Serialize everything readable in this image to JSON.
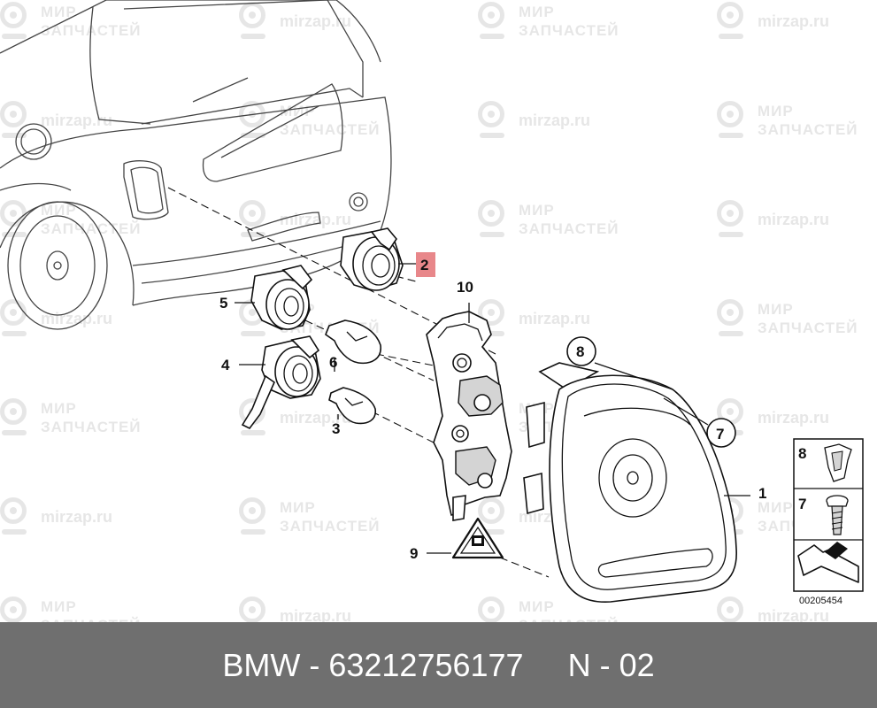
{
  "watermark": {
    "line1": "МИР",
    "line2": "ЗАПЧАСТЕЙ",
    "url": "mirzap.ru"
  },
  "callouts": {
    "c1": "1",
    "c2": "2",
    "c3": "3",
    "c4": "4",
    "c5": "5",
    "c6": "6",
    "c7": "7",
    "c8": "8",
    "c9": "9",
    "c10": "10"
  },
  "legend": {
    "item_8": "8",
    "item_7": "7"
  },
  "diagram_number": "00205454",
  "footer": {
    "text": "BMW - 63212756177     N - 02"
  },
  "colors": {
    "highlight": "#e8878a",
    "footer_bg": "#6f6f6f"
  }
}
